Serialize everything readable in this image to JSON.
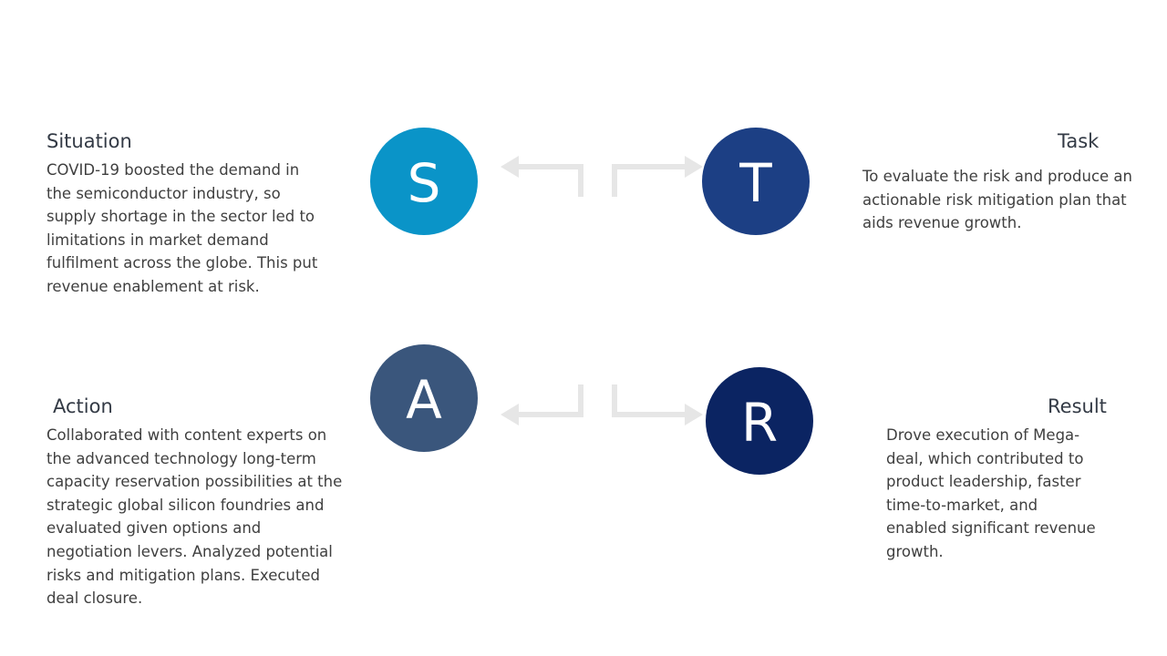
{
  "colors": {
    "situation": "#0a94c8",
    "task": "#1c3f84",
    "action": "#3a567c",
    "result": "#0b2462",
    "arrow": "#e6e6e6"
  },
  "situation": {
    "letter": "S",
    "heading": "Situation",
    "lines": [
      "COVID-19 boosted the demand in",
      "the semiconductor industry, so",
      "supply shortage in the sector led to",
      "limitations in market demand",
      "fulfilment across the globe. This put",
      "revenue enablement at risk."
    ]
  },
  "task": {
    "letter": "T",
    "heading": "Task",
    "lines": [
      "To evaluate the risk and produce an",
      "actionable risk mitigation plan that",
      "aids revenue growth."
    ]
  },
  "action": {
    "letter": "A",
    "heading": "Action",
    "lines": [
      "Collaborated with content experts on",
      "the advanced technology long-term",
      "capacity reservation possibilities at the",
      "strategic global silicon foundries and",
      "evaluated given options and",
      "negotiation levers. Analyzed potential",
      "risks and mitigation plans. Executed",
      "deal closure."
    ]
  },
  "result": {
    "letter": "R",
    "heading": "Result",
    "lines": [
      "Drove execution of Mega-",
      "deal, which contributed to",
      "product leadership, faster",
      "time-to-market, and",
      "enabled significant revenue",
      "growth."
    ]
  }
}
